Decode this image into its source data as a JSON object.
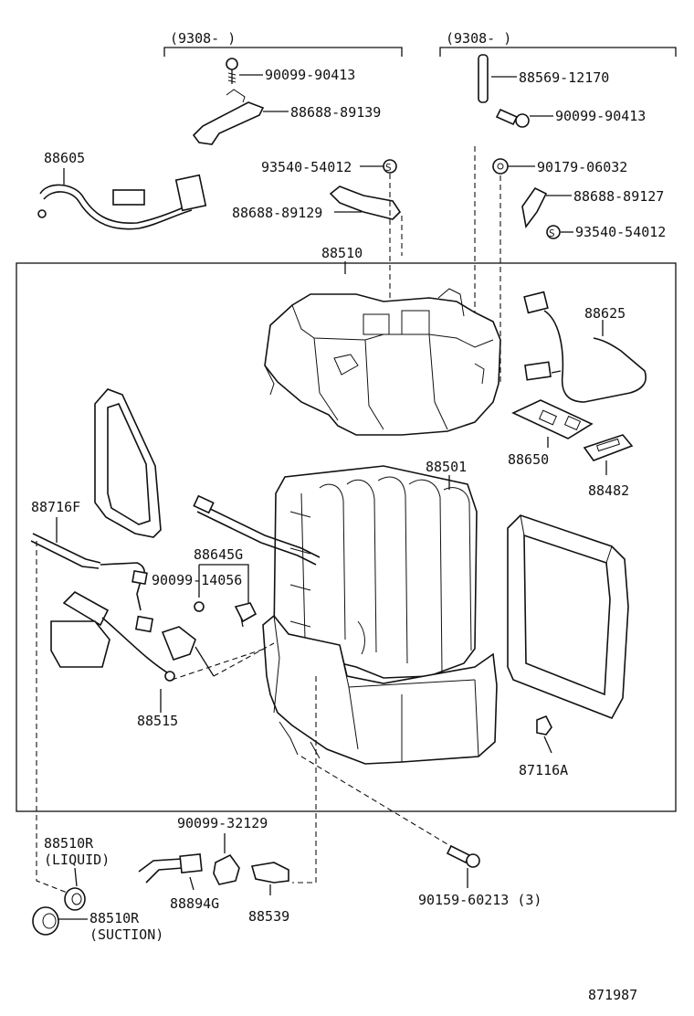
{
  "labels": {
    "range_left": "(9308-        )",
    "range_right": "(9308-        )",
    "p_90099_90413_a": "90099-90413",
    "p_88688_89139": "88688-89139",
    "p_88605": "88605",
    "p_93540_54012_a": "93540-54012",
    "p_88688_89129": "88688-89129",
    "p_88569_12170": "88569-12170",
    "p_90099_90413_b": "90099-90413",
    "p_90179_06032": "90179-06032",
    "p_88688_89127": "88688-89127",
    "p_93540_54012_b": "93540-54012",
    "p_88510": "88510",
    "p_88625": "88625",
    "p_88650": "88650",
    "p_88482": "88482",
    "p_88501": "88501",
    "p_88716F": "88716F",
    "p_88645G": "88645G",
    "p_90099_14056": "90099-14056",
    "p_88515": "88515",
    "p_87116A": "87116A",
    "p_90099_32129": "90099-32129",
    "p_88510R_liquid": "88510R",
    "p_liquid": "(LIQUID)",
    "p_88894G": "88894G",
    "p_88539": "88539",
    "p_88510R_suction": "88510R",
    "p_suction": "(SUCTION)",
    "p_90159_60213": "90159-60213 (3)",
    "drawing_no": "871987",
    "s_mark": "S"
  }
}
